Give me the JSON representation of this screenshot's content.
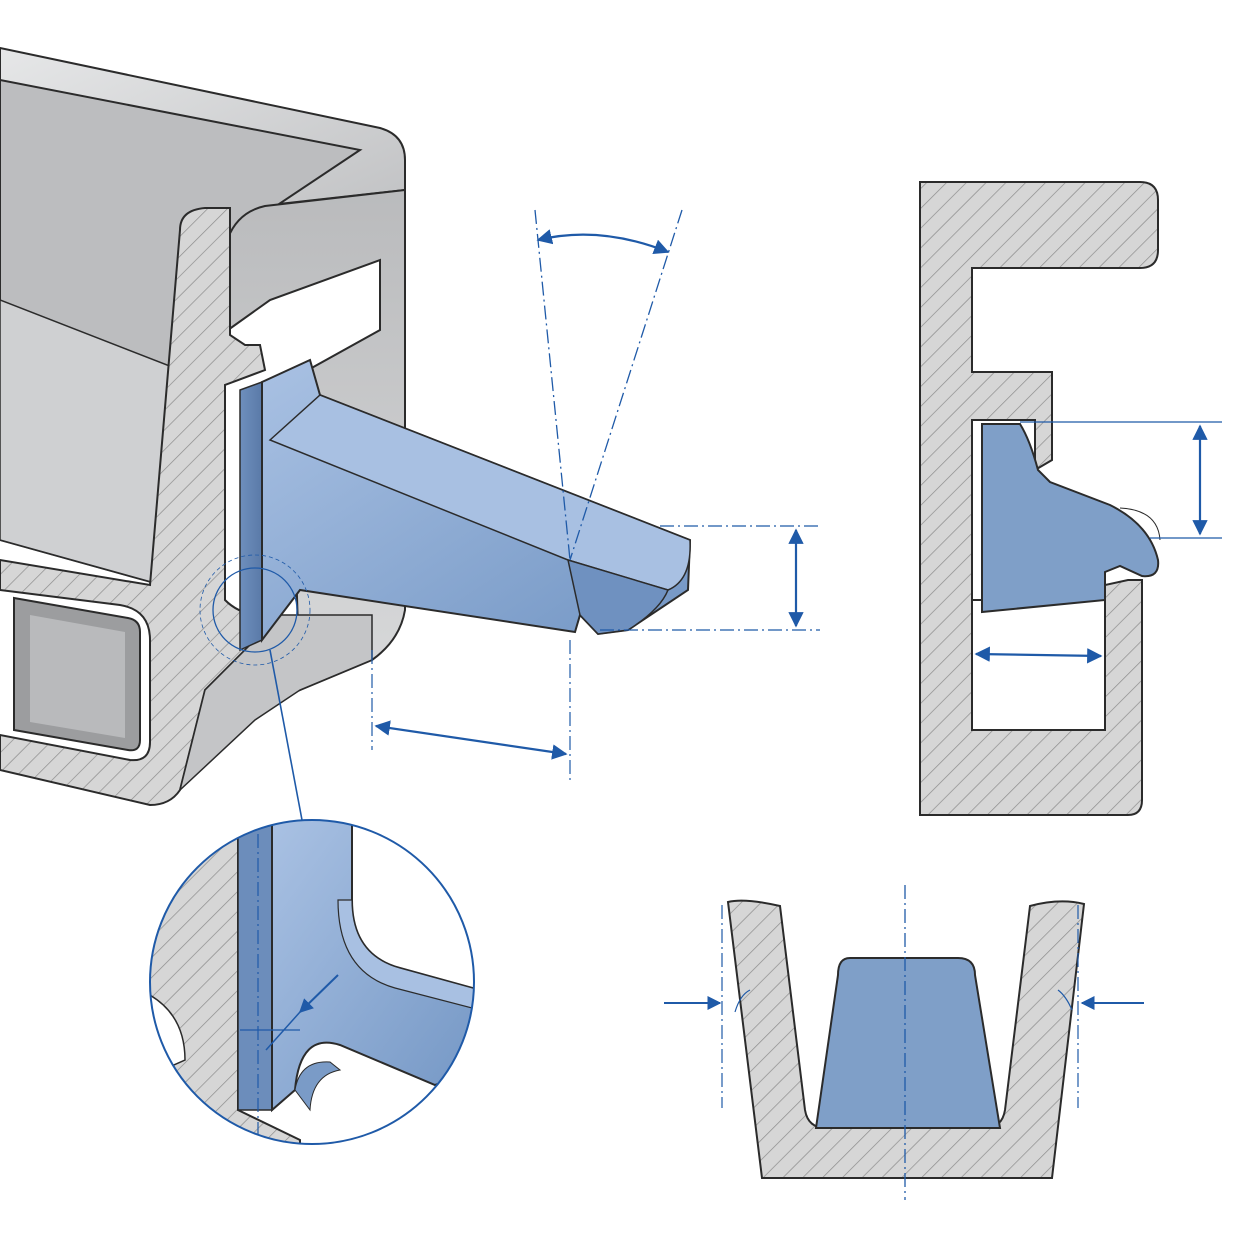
{
  "diagram": {
    "kind": "technical-illustration",
    "labels": [],
    "colors": {
      "background": "#ffffff",
      "metal": "#c9cacb",
      "metal_light": "#e1e2e3",
      "metal_dark": "#9a9b9d",
      "section_fill": "#d6d6d6",
      "hatch": "#8c8c8c",
      "outline": "#2b2b2b",
      "seal": "#7f9fc8",
      "seal_light": "#a4bde0",
      "seal_dark": "#5f80ad",
      "dimension": "#1f5aa8"
    },
    "views": [
      "isometric-profile-with-seal",
      "side-section-profile",
      "u-channel-section",
      "magnified-detail-circle"
    ]
  }
}
